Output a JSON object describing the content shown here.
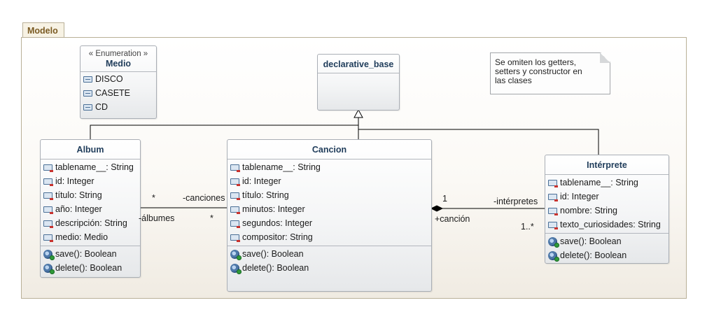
{
  "package": {
    "name": "Modelo"
  },
  "medio": {
    "stereotype": "« Enumeration »",
    "name": "Medio",
    "literals": [
      "DISCO",
      "CASETE",
      "CD"
    ]
  },
  "declarative_base": {
    "name": "declarative_base"
  },
  "note": {
    "text": "Se omiten los getters, setters y constructor en las clases"
  },
  "album": {
    "name": "Album",
    "attributes": [
      "tablename__: String",
      "id: Integer",
      "título: String",
      "año: Integer",
      "descripción: String",
      "medio: Medio"
    ],
    "operations": [
      "save(): Boolean",
      "delete(): Boolean"
    ]
  },
  "cancion": {
    "name": "Cancion",
    "attributes": [
      "tablename__: String",
      "id: Integer",
      "título: String",
      "minutos: Integer",
      "segundos: Integer",
      "compositor: String"
    ],
    "operations": [
      "save(): Boolean",
      "delete(): Boolean"
    ]
  },
  "interprete": {
    "name": "Intérprete",
    "attributes": [
      "tablename__: String",
      "id: Integer",
      "nombre: String",
      "texto_curiosidades: String"
    ],
    "operations": [
      "save(): Boolean",
      "delete(): Boolean"
    ]
  },
  "assoc_album_cancion": {
    "mult_album_side": "*",
    "role_canciones": "-canciones",
    "role_albumes": "-álbumes",
    "mult_cancion_side": "*"
  },
  "assoc_cancion_interprete": {
    "mult_cancion_side": "1",
    "role_interpretes": "-intérpretes",
    "role_cancion": "+canción",
    "mult_interprete_side": "1..*"
  },
  "colors": {
    "class_title": "#1f3c5a",
    "package_border": "#b9b097",
    "package_label": "#7a5a22",
    "class_border": "#a9aeb5"
  }
}
